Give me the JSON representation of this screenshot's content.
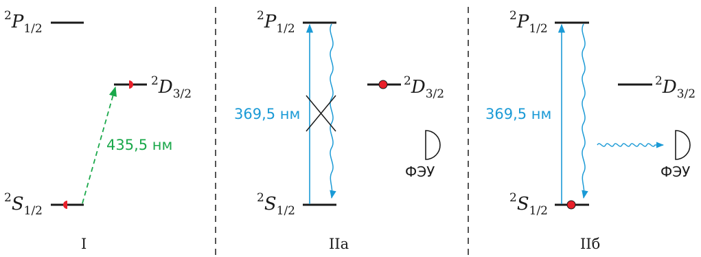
{
  "colors": {
    "level": "#1a1a1a",
    "blue": "#1a9ad6",
    "green": "#1aa84a",
    "red": "#e8202a"
  },
  "levels": {
    "P": {
      "sup": "2",
      "letter": "P",
      "sub": "1/2"
    },
    "D": {
      "sup": "2",
      "letter": "D",
      "sub": "3/2"
    },
    "S": {
      "sup": "2",
      "letter": "S",
      "sub": "1/2"
    }
  },
  "panels": {
    "I": {
      "label": "I",
      "transition_label": "435,5 нм"
    },
    "IIa": {
      "label": "IIa",
      "transition_label": "369,5 нм"
    },
    "IIb": {
      "label": "IIб",
      "transition_label": "369,5 нм",
      "detector_label": "ФЭУ"
    }
  },
  "detector": {
    "label": "ФЭУ"
  }
}
